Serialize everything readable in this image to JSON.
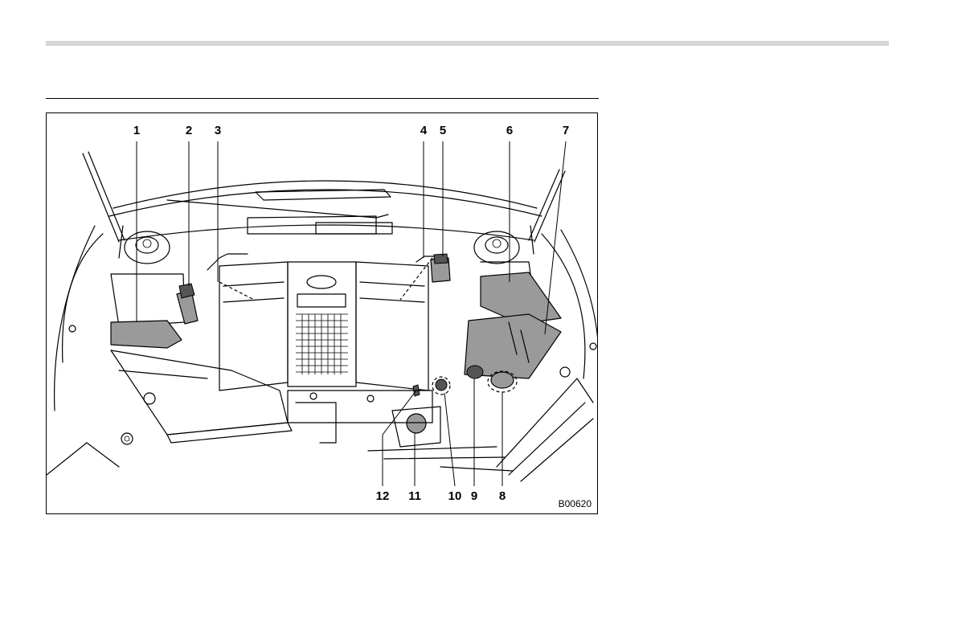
{
  "figure": {
    "code": "B00620",
    "callouts": [
      {
        "num": "1"
      },
      {
        "num": "2"
      },
      {
        "num": "3"
      },
      {
        "num": "4"
      },
      {
        "num": "5"
      },
      {
        "num": "6"
      },
      {
        "num": "7"
      },
      {
        "num": "8"
      },
      {
        "num": "9"
      },
      {
        "num": "10"
      },
      {
        "num": "11"
      },
      {
        "num": "12"
      }
    ]
  },
  "colors": {
    "rule": "#d6d6d6",
    "shade": "#9a9a9a",
    "line": "#000000"
  }
}
